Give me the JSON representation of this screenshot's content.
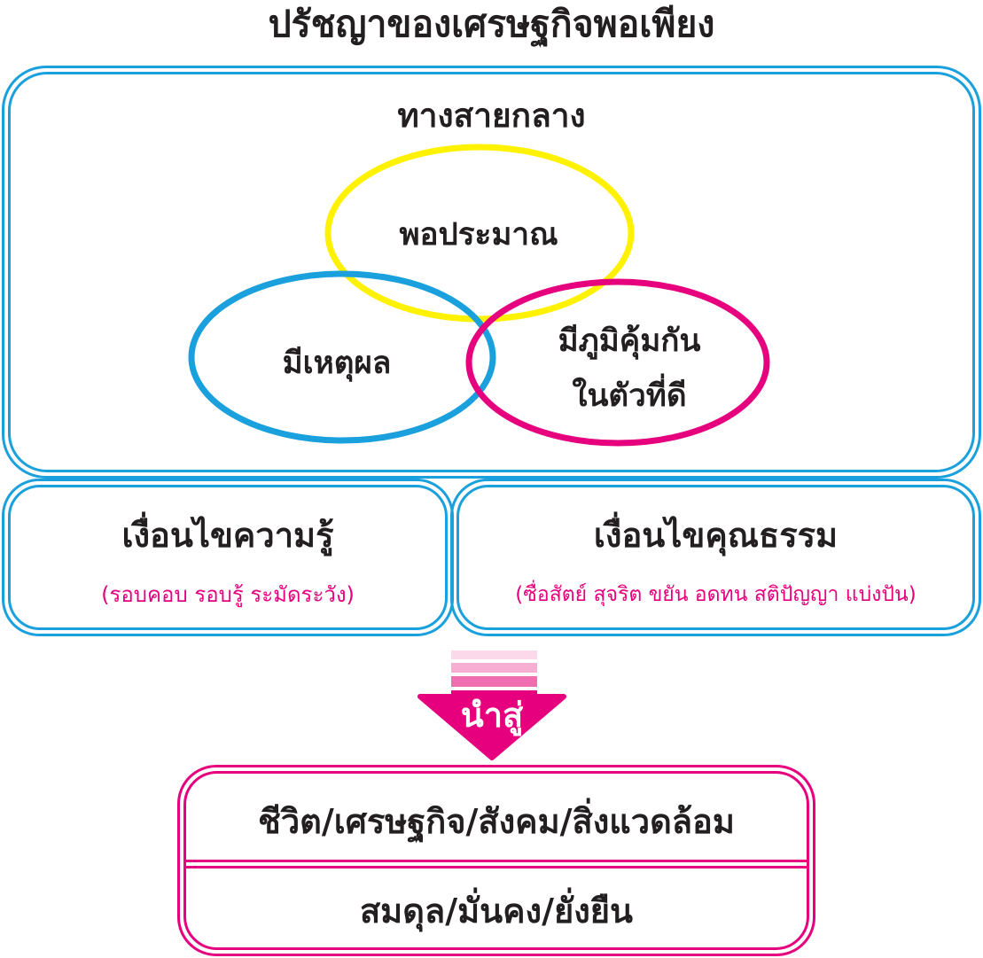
{
  "title": "ปรัชญาของเศรษฐกิจพอเพียง",
  "middle_path": {
    "title": "ทางสายกลาง",
    "circles": [
      {
        "label": "พอประมาณ",
        "color": "#fff200"
      },
      {
        "label": "มีเหตุผล",
        "color": "#1aa0dd"
      },
      {
        "label_line1": "มีภูมิคุ้มกัน",
        "label_line2": "ในตัวที่ดี",
        "color": "#e6007e"
      }
    ]
  },
  "conditions": [
    {
      "title": "เงื่อนไขความรู้",
      "detail": "(รอบคอบ รอบรู้ ระมัดระวัง)"
    },
    {
      "title": "เงื่อนไขคุณธรรม",
      "detail": "(ซื่อสัตย์ สุจริต ขยัน อดทน สติปัญญา แบ่งปัน)"
    }
  ],
  "arrow": {
    "label": "นำสู่",
    "color": "#e6007e"
  },
  "result": {
    "line1": "ชีวิต/เศรษฐกิจ/สังคม/สิ่งแวดล้อม",
    "line2": "สมดุล/มั่นคง/ยั่งยืน"
  },
  "colors": {
    "blue_border": "#1aa0dd",
    "magenta": "#e6007e",
    "yellow": "#fff200"
  }
}
